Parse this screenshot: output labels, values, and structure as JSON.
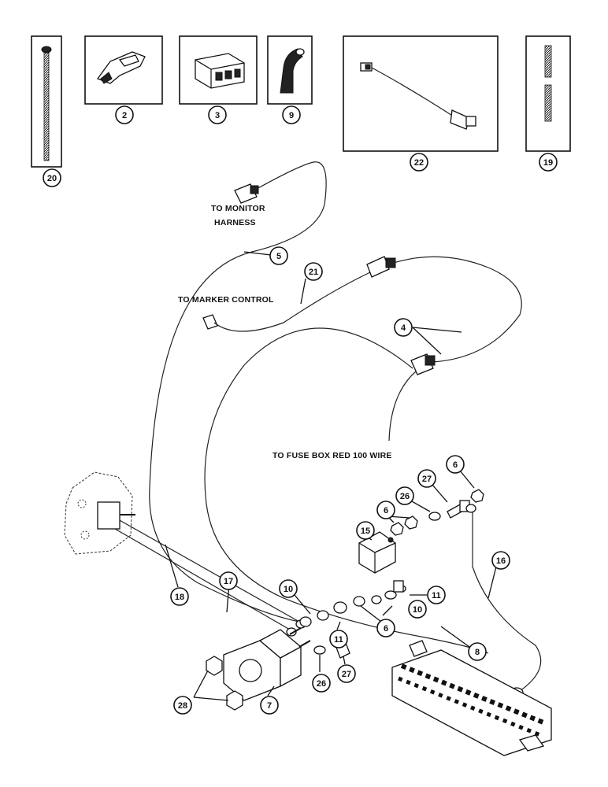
{
  "labels": {
    "monitor_line1": "TO MONITOR",
    "monitor_line2": "HARNESS",
    "marker": "TO MARKER CONTROL",
    "fuse": "TO FUSE BOX RED 100 WIRE"
  },
  "callouts": {
    "c20": "20",
    "c2": "2",
    "c3": "3",
    "c9": "9",
    "c22": "22",
    "c19": "19",
    "c5": "5",
    "c21": "21",
    "c4": "4",
    "c6a": "6",
    "c6b": "6",
    "c6c": "6",
    "c26a": "26",
    "c27a": "27",
    "c15": "15",
    "c16": "16",
    "c17": "17",
    "c18": "18",
    "c10a": "10",
    "c10b": "10",
    "c11a": "11",
    "c11b": "11",
    "c8": "8",
    "c26b": "26",
    "c27b": "27",
    "c7": "7",
    "c28": "28"
  }
}
